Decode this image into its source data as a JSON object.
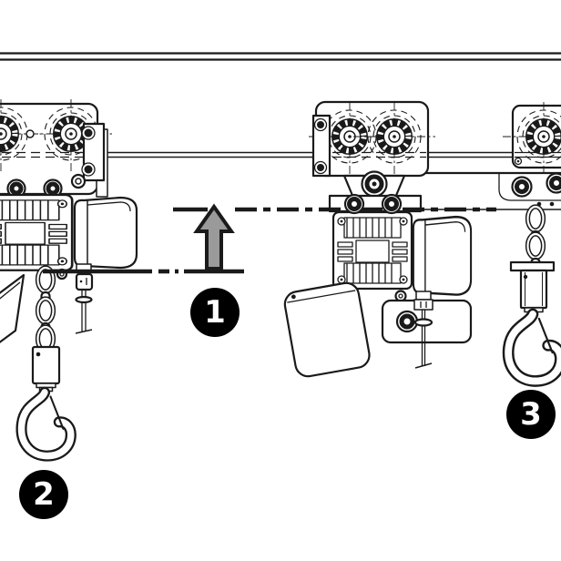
{
  "diagram": {
    "callouts": [
      {
        "id": "callout-1",
        "label": "1"
      },
      {
        "id": "callout-2",
        "label": "2"
      },
      {
        "id": "callout-3",
        "label": "3"
      }
    ],
    "colors": {
      "line": "#1a1a1a",
      "background": "#ffffff",
      "arrow_fill": "#9a9a9a",
      "callout_bg": "#000000",
      "callout_text": "#ffffff"
    }
  }
}
